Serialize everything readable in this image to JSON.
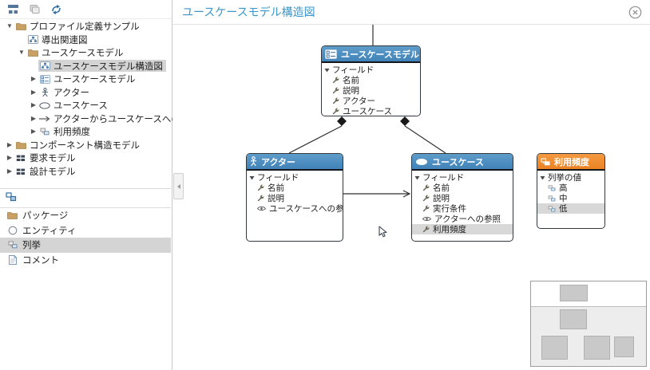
{
  "titlebar": {
    "title": "ユースケースモデル構造図"
  },
  "sidebar": {
    "toolbar": {
      "icons": [
        "hierarchy-icon",
        "duplicate-icon",
        "auto-arrange-icon"
      ]
    },
    "tree": {
      "items": [
        {
          "label": "プロファイル定義サンプル",
          "expander": "▼",
          "icon": "folder-icon",
          "selected": false
        },
        {
          "label": "導出関連図",
          "expander": "",
          "icon": "diagram-icon",
          "selected": false
        },
        {
          "label": "ユースケースモデル",
          "expander": "▼",
          "icon": "folder-icon",
          "selected": false
        },
        {
          "label": "ユースケースモデル構造図",
          "expander": "",
          "icon": "diagram-icon",
          "selected": true
        },
        {
          "label": "ユースケースモデル",
          "expander": "▶",
          "icon": "class-icon",
          "selected": false
        },
        {
          "label": "アクター",
          "expander": "▶",
          "icon": "actor-icon",
          "selected": false
        },
        {
          "label": "ユースケース",
          "expander": "▶",
          "icon": "usecase-icon",
          "selected": false
        },
        {
          "label": "アクターからユースケースへの参照",
          "expander": "▶",
          "icon": "arrow-icon",
          "selected": false
        },
        {
          "label": "利用頻度",
          "expander": "▶",
          "icon": "enum-icon",
          "selected": false
        },
        {
          "label": "コンポーネント構造モデル",
          "expander": "▶",
          "icon": "folder-icon",
          "selected": false
        },
        {
          "label": "要求モデル",
          "expander": "▶",
          "icon": "model-icon",
          "selected": false
        },
        {
          "label": "設計モデル",
          "expander": "▶",
          "icon": "model-icon",
          "selected": false
        }
      ]
    },
    "palette": {
      "items": [
        {
          "label": "パッケージ",
          "icon": "folder-icon",
          "selected": false
        },
        {
          "label": "エンティティ",
          "icon": "entity-icon",
          "selected": false
        },
        {
          "label": "列挙",
          "icon": "enum-icon",
          "selected": true
        },
        {
          "label": "コメント",
          "icon": "comment-icon",
          "selected": false
        }
      ]
    }
  },
  "diagram": {
    "boxes": [
      {
        "title": "ユースケースモデル",
        "header_color": "#4a8ec2",
        "icon": "class-icon",
        "rows": [
          {
            "label": "フィールド",
            "expander": "▼",
            "icon": "collapse-triangle-icon"
          },
          {
            "label": "名前",
            "icon": "wrench-icon"
          },
          {
            "label": "説明",
            "icon": "wrench-icon"
          },
          {
            "label": "アクター",
            "icon": "wrench-icon"
          },
          {
            "label": "ユースケース",
            "icon": "wrench-icon"
          }
        ]
      },
      {
        "title": "アクター",
        "header_color": "#4a8ec2",
        "icon": "actor-icon",
        "rows": [
          {
            "label": "フィールド",
            "expander": "▼",
            "icon": "collapse-triangle-icon"
          },
          {
            "label": "名前",
            "icon": "wrench-icon"
          },
          {
            "label": "説明",
            "icon": "wrench-icon"
          },
          {
            "label": "ユースケースへの参照",
            "icon": "eye-icon"
          }
        ]
      },
      {
        "title": "ユースケース",
        "header_color": "#4a8ec2",
        "icon": "usecase-icon",
        "rows": [
          {
            "label": "フィールド",
            "expander": "▼",
            "icon": "collapse-triangle-icon"
          },
          {
            "label": "名前",
            "icon": "wrench-icon"
          },
          {
            "label": "説明",
            "icon": "wrench-icon"
          },
          {
            "label": "実行条件",
            "icon": "wrench-icon"
          },
          {
            "label": "アクターへの参照",
            "icon": "eye-icon"
          },
          {
            "label": "利用頻度",
            "icon": "wrench-icon",
            "selected": true
          }
        ]
      },
      {
        "title": "利用頻度",
        "header_color": "#f08a2c",
        "icon": "enum-icon",
        "rows": [
          {
            "label": "列挙の値",
            "expander": "▼",
            "icon": "collapse-triangle-icon"
          },
          {
            "label": "高",
            "icon": "enum-icon"
          },
          {
            "label": "中",
            "icon": "enum-icon"
          },
          {
            "label": "低",
            "icon": "enum-icon",
            "selected": true
          }
        ]
      }
    ]
  },
  "colors": {
    "title_accent": "#3b96c9",
    "node_header_blue": "#4a8ec2",
    "node_header_orange": "#f08a2c",
    "selection_gray": "#d4d4d4"
  }
}
